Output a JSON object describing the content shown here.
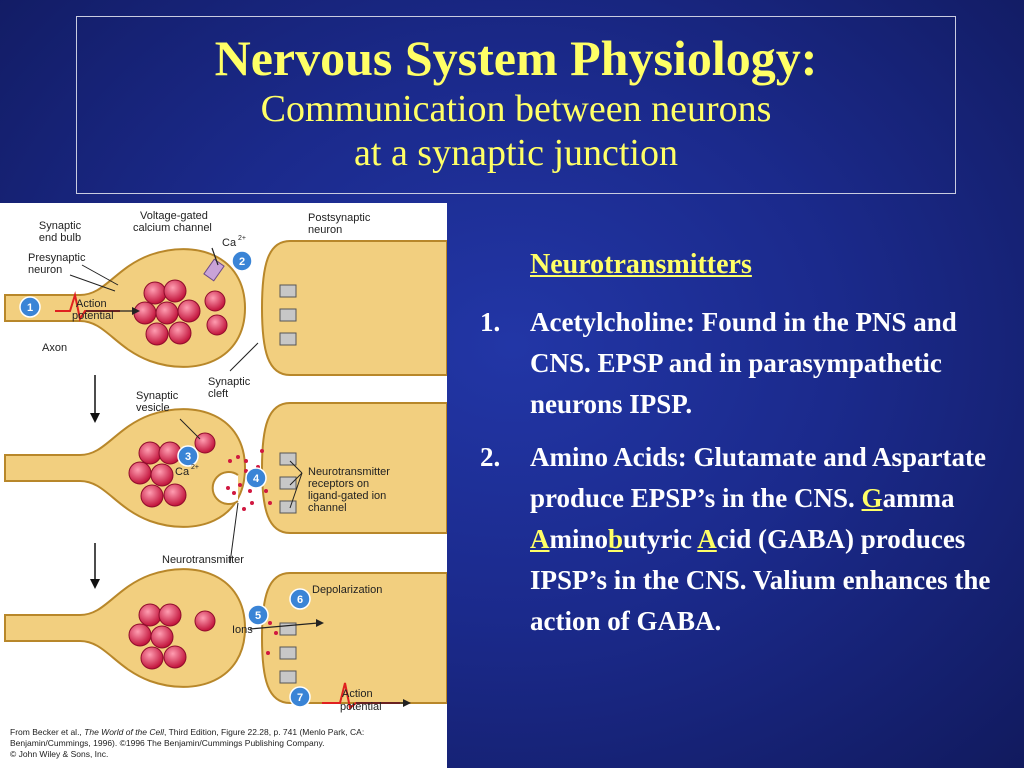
{
  "slide": {
    "title": "Nervous System Physiology:",
    "subtitle_line1": "Communication between neurons",
    "subtitle_line2": "at a synaptic junction"
  },
  "figure": {
    "labels": {
      "synaptic_end_bulb_1": "Synaptic",
      "synaptic_end_bulb_2": "end bulb",
      "presynaptic_1": "Presynaptic",
      "presynaptic_2": "neuron",
      "vg_channel_1": "Voltage-gated",
      "vg_channel_2": "calcium channel",
      "postsynaptic_1": "Postsynaptic",
      "postsynaptic_2": "neuron",
      "ca": "Ca",
      "ca_sup": "2+",
      "action_potential_1": "Action",
      "action_potential_2": "potential",
      "axon": "Axon",
      "synaptic_cleft_1": "Synaptic",
      "synaptic_cleft_2": "cleft",
      "synaptic_vesicle_1": "Synaptic",
      "synaptic_vesicle_2": "vesicle",
      "nt_receptors_1": "Neurotransmitter",
      "nt_receptors_2": "receptors on",
      "nt_receptors_3": "ligand-gated ion",
      "nt_receptors_4": "channel",
      "neurotransmitter": "Neurotransmitter",
      "depolarization": "Depolarization",
      "ions": "Ions"
    },
    "steps": [
      "1",
      "2",
      "3",
      "4",
      "5",
      "6",
      "7"
    ],
    "credit_pre": "From Becker et al., ",
    "credit_book": "The World of the Cell",
    "credit_post": ", Third Edition, Figure 22.28, p. 741 (Menlo Park, CA: Benjamin/Cummings, 1996). ©1996 The Benjamin/Cummings Publishing Company.",
    "credit_line2": "© John Wiley & Sons, Inc."
  },
  "content": {
    "heading": "Neurotransmitters",
    "items": [
      {
        "number": "1.",
        "text": "Acetylcholine:  Found in the PNS and CNS. EPSP and in parasympathetic neurons IPSP."
      },
      {
        "number": "2.",
        "text_a": "Amino Acids:  Glutamate and Aspartate produce EPSP’s in the CNS.  ",
        "g": "G",
        "t1": "amma ",
        "a": "A",
        "t2": "mino",
        "b": "b",
        "t3": "utyric ",
        "a2": "A",
        "t4": "cid (GABA) produces IPSP’s in the CNS. Valium enhances the action of GABA."
      }
    ]
  }
}
